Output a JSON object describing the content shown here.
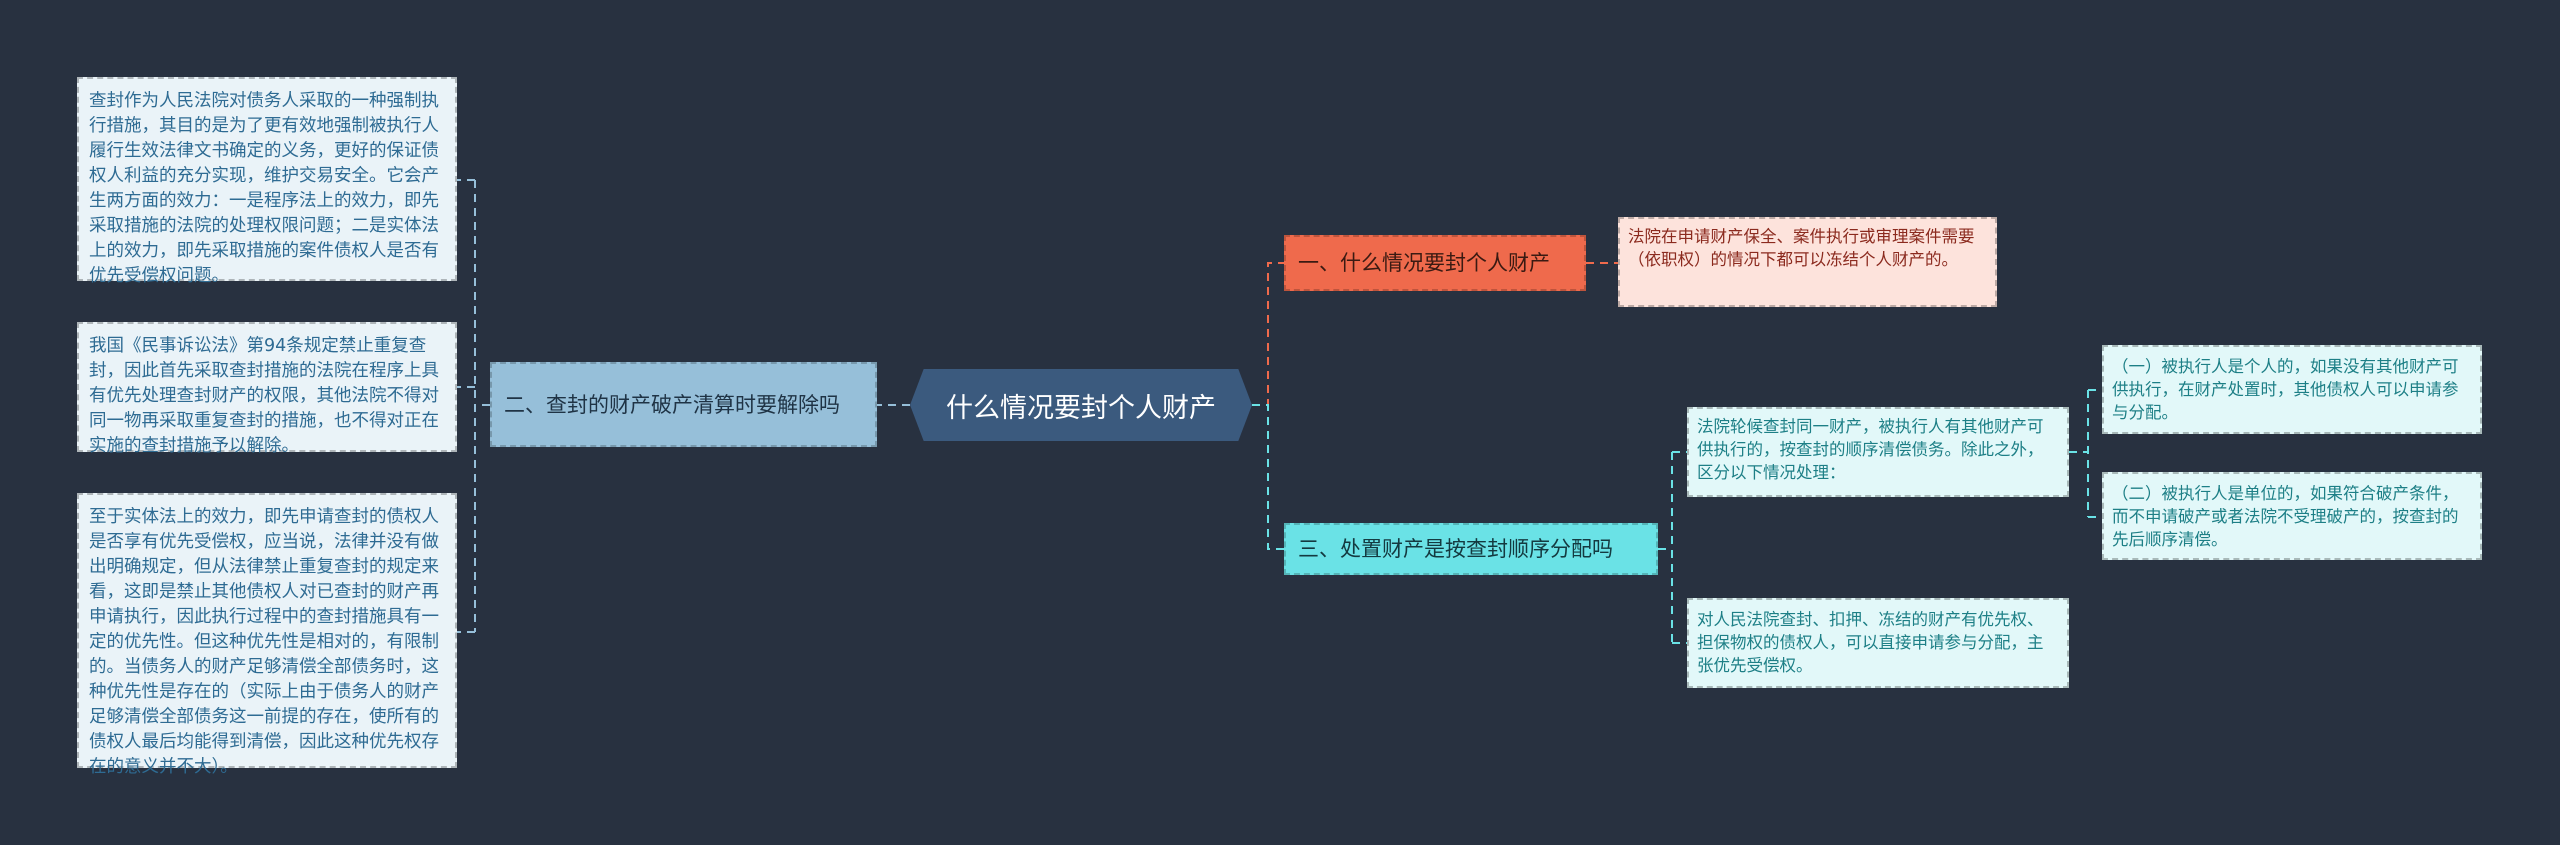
{
  "central": "什么情况要封个人财产",
  "branches": {
    "b1": {
      "label": "一、什么情况要封个人财产",
      "leaf": "法院在申请财产保全、案件执行或审理案件需要（依职权）的情况下都可以冻结个人财产的。"
    },
    "b2": {
      "label": "二、查封的财产破产清算时要解除吗",
      "leaves": [
        "查封作为人民法院对债务人采取的一种强制执行措施，其目的是为了更有效地强制被执行人履行生效法律文书确定的义务，更好的保证债权人利益的充分实现，维护交易安全。它会产生两方面的效力：一是程序法上的效力，即先采取措施的法院的处理权限问题；二是实体法上的效力，即先采取措施的案件债权人是否有优先受偿权问题。",
        "我国《民事诉讼法》第94条规定禁止重复查封，因此首先采取查封措施的法院在程序上具有优先处理查封财产的权限，其他法院不得对同一物再采取重复查封的措施，也不得对正在实施的查封措施予以解除。",
        "至于实体法上的效力，即先申请查封的债权人是否享有优先受偿权，应当说，法律并没有做出明确规定，但从法律禁止重复查封的规定来看，这即是禁止其他债权人对已查封的财产再申请执行，因此执行过程中的查封措施具有一定的优先性。但这种优先性是相对的，有限制的。当债务人的财产足够清偿全部债务时，这种优先性是存在的（实际上由于债务人的财产足够清偿全部债务这一前提的存在，使所有的债权人最后均能得到清偿，因此这种优先权存在的意义并不大）。"
      ]
    },
    "b3": {
      "label": "三、处置财产是按查封顺序分配吗",
      "leaf1": "法院轮候查封同一财产，被执行人有其他财产可供执行的，按查封的顺序清偿债务。除此之外，区分以下情况处理：",
      "sub": [
        "（一）被执行人是个人的，如果没有其他财产可供执行，在财产处置时，其他债权人可以申请参与分配。",
        "（二）被执行人是单位的，如果符合破产条件，而不申请破产或者法院不受理破产的，按查封的先后顺序清偿。"
      ],
      "leaf2": "对人民法院查封、扣押、冻结的财产有优先权、担保物权的债权人，可以直接申请参与分配，主张优先受偿权。"
    }
  },
  "colors": {
    "background": "#283140",
    "central": "#3b5a7e",
    "b1": "#ef6a4c",
    "b2": "#96bfd9",
    "b3": "#6ae2e6"
  }
}
